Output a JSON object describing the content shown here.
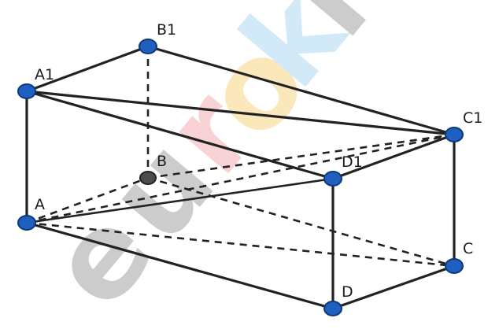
{
  "watermark": {
    "letters": [
      "e",
      "u",
      "r",
      "o",
      "k",
      "i"
    ],
    "colors": [
      "#9a9a9a",
      "#9a9a9a",
      "#f4a6ad",
      "#f7d27a",
      "#a6d6f2",
      "#9a9a9a"
    ]
  },
  "labels": {
    "A": "A",
    "B": "B",
    "C": "C",
    "D": "D",
    "A1": "A1",
    "B1": "B1",
    "C1": "C1",
    "D1": "D1"
  },
  "colors": {
    "vertex": "#1f5fbf",
    "vertex_hidden": "#4d4d4d",
    "edge": "#222222"
  }
}
